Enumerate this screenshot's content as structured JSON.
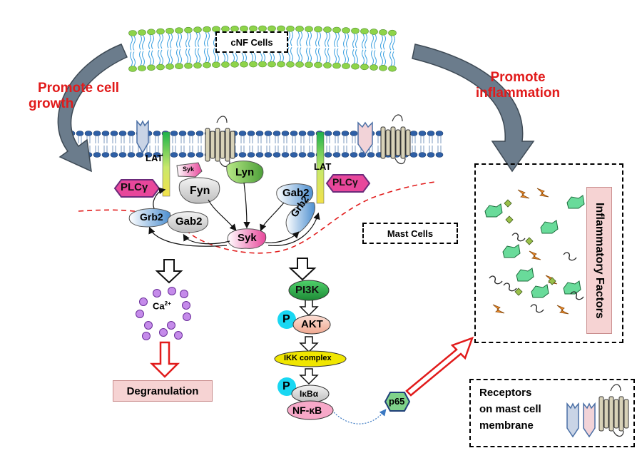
{
  "cnf_cells_label": "cNF Cells",
  "mast_cells_label": "Mast Cells",
  "promote_growth": [
    "Promote cell",
    "growth"
  ],
  "promote_inflammation": [
    "Promote",
    "inflammation"
  ],
  "inflammatory_factors_label": "Inflammatory Factors",
  "degranulation_label": "Degranulation",
  "calcium_label": "Ca",
  "calcium_charge": "2+",
  "receptors_legend": [
    "Receptors",
    "on mast cell",
    "membrane"
  ],
  "proteins": {
    "lat_left": "LAT",
    "lat_right": "LAT",
    "plcg_left": "PLCγ",
    "plcg_right": "PLCγ",
    "syk_small": "Syk",
    "fyn": "Fyn",
    "lyn": "Lyn",
    "gab2_left": "Gab2",
    "gab2_right": "Gab2",
    "grb2_left": "Grb2",
    "grb2_right": "Grb2",
    "syk_center": "Syk",
    "pi3k": "PI3K",
    "akt": "AKT",
    "ikk": "IKK complex",
    "ikba": "IκBα",
    "nfkb": "NF-κB",
    "p65": "p65",
    "phospho_1": "P",
    "phospho_2": "P"
  },
  "colors": {
    "lipid_head_green": "#8ed44a",
    "lipid_head_blue": "#2e5fa6",
    "arrow_gray": "#6b7c8c",
    "accent_red": "#e11b1b",
    "pink_box": "#f6d3d3",
    "phospho_cyan": "#19d7f2"
  }
}
